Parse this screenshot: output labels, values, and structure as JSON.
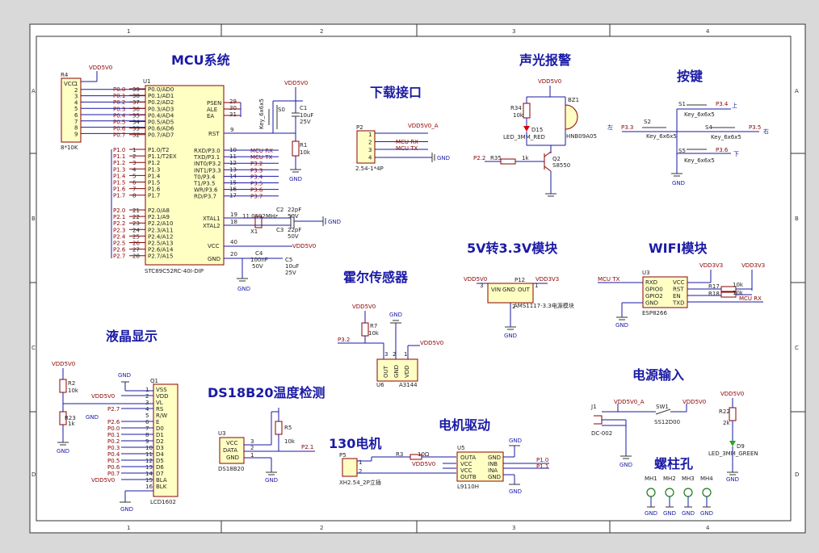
{
  "frame": {
    "cols": [
      "1",
      "2",
      "3",
      "4"
    ],
    "rows": [
      "A",
      "B",
      "C",
      "D"
    ]
  },
  "titles": {
    "mcu": "MCU系统",
    "download": "下载接口",
    "alarm": "声光报警",
    "keys": "按键",
    "reg": "5V转3.3V模块",
    "wifi": "WIFI模块",
    "hall": "霍尔传感器",
    "lcd": "液晶显示",
    "ds18b20": "DS18B20温度检测",
    "motor_drive": "电机驱动",
    "motor130": "130电机",
    "power": "电源输入",
    "screw": "螺柱孔"
  },
  "mcu": {
    "ref": "U1",
    "part": "STC89C52RC-40I-DIP",
    "rp_ref": "R4",
    "rp_val": "8*10K",
    "rp_vcc": "VCC",
    "rp_pins": [
      "1",
      "2",
      "3",
      "4",
      "5",
      "6",
      "7",
      "8",
      "9"
    ],
    "vdd": "VDD5V0",
    "port0_nets": [
      "P0.0",
      "P0.1",
      "P0.2",
      "P0.3",
      "P0.4",
      "P0.5",
      "P0.6",
      "P0.7"
    ],
    "port0_pinnums": [
      "39",
      "38",
      "37",
      "36",
      "35",
      "34",
      "33",
      "32"
    ],
    "port0_names": [
      "P0.0/AD0",
      "P0.1/AD1",
      "P0.2/AD2",
      "P0.3/AD3",
      "P0.4/AD4",
      "P0.5/AD5",
      "P0.6/AD6",
      "P0.7/AD7"
    ],
    "port1_nets": [
      "P1.0",
      "P1.1",
      "P1.2",
      "P1.3",
      "P1.4",
      "P1.5",
      "P1.6",
      "P1.7"
    ],
    "port1_pinnums": [
      "1",
      "2",
      "3",
      "4",
      "5",
      "6",
      "7",
      "8"
    ],
    "port1_names": [
      "P1.0/T2",
      "P1.1/T2EX",
      "P1.2",
      "P1.3",
      "P1.4",
      "P1.5",
      "P1.6",
      "P1.7"
    ],
    "port2_nets": [
      "P2.0",
      "P2.1",
      "P2.2",
      "P2.3",
      "P2.4",
      "P2.5",
      "P2.6",
      "P2.7"
    ],
    "port2_pinnums": [
      "21",
      "22",
      "23",
      "24",
      "25",
      "26",
      "27",
      "28"
    ],
    "port2_names": [
      "P2.0/A8",
      "P2.1/A9",
      "P2.2/A10",
      "P2.3/A11",
      "P2.4/A12",
      "P2.5/A13",
      "P2.6/A14",
      "P2.7/A15"
    ],
    "ctrl_names": [
      "PSEN",
      "ALE",
      "EA"
    ],
    "ctrl_nums": [
      "29",
      "30",
      "31"
    ],
    "rst_name": "RST",
    "rst_num": "9",
    "port3_names": [
      "RXD/P3.0",
      "TXD/P3.1",
      "INT0/P3.2",
      "INT1/P3.3",
      "T0/P3.4",
      "T1/P3.5",
      "WR/P3.6",
      "RD/P3.7"
    ],
    "port3_nums": [
      "10",
      "11",
      "12",
      "13",
      "14",
      "15",
      "16",
      "17"
    ],
    "port3_nets": [
      "MCU RX",
      "MCU TX",
      "P3.2",
      "P3.3",
      "P3.4",
      "P3.5",
      "P3.6",
      "P3.7"
    ],
    "xtal1": "XTAL1",
    "xtal2": "XTAL2",
    "xtal1_num": "19",
    "xtal2_num": "18",
    "vcc": "VCC",
    "vcc_num": "40",
    "gnd": "GND",
    "gnd_num": "20",
    "crystal_ref": "X1",
    "crystal_val": "11.0592MHz",
    "c2_ref": "C2",
    "c2_val": "22pF",
    "c2_v": "50V",
    "c3_ref": "C3",
    "c3_val": "22pF",
    "c3_v": "50V",
    "c4_ref": "C4",
    "c4_val": "100nF",
    "c4_v": "50V",
    "c5_ref": "C5",
    "c5_val": "10uF",
    "c5_v": "25V",
    "c1_ref": "C1",
    "c1_val": "10uF",
    "c1_v": "25V",
    "s0_ref": "S0",
    "s0_val": "Key_6x6x5",
    "r1_ref": "R1",
    "r1_val": "10k",
    "gnd_label": "GND",
    "vdd_net": "VDD5V0"
  },
  "download": {
    "ref": "P2",
    "part": "2.54-1*4P",
    "pins": [
      "1",
      "2",
      "3",
      "4"
    ],
    "nets": [
      "VDD5V0_A",
      "MCU RX",
      "MCU TX",
      "GND"
    ]
  },
  "alarm": {
    "vdd": "VDD5V0",
    "r34_ref": "R34",
    "r34_val": "10k",
    "led_ref": "D15",
    "led_val": "LED_3MM_RED",
    "bz_ref": "BZ1",
    "bz_val": "HNB09A05",
    "q_ref": "Q2",
    "q_val": "S8550",
    "r35_ref": "R35",
    "r35_val": "1k",
    "net_in": "P2.2"
  },
  "keys": {
    "s1": "S1",
    "s2": "S2",
    "s4": "S4",
    "s5": "S5",
    "val": "Key_6x6x5",
    "up": "上",
    "left": "左",
    "right": "右",
    "down": "下",
    "n_up": "P3.4",
    "n_left": "P3.3",
    "n_right": "P3.5",
    "n_down": "P3.6",
    "gnd": "GND"
  },
  "reg": {
    "ref": "P12",
    "part": "AMS1117-3.3电源模块",
    "vin": "VIN",
    "gnd": "GND",
    "out": "OUT",
    "in_net": "VDD5V0",
    "out_net": "VDD3V3",
    "pins": [
      "3",
      "2",
      "1"
    ],
    "gnd_label": "GND"
  },
  "wifi": {
    "ref": "U3",
    "part": "ESP8266",
    "left_pins": [
      "RXD",
      "GPIO0",
      "GPIO2",
      "GND"
    ],
    "right_pins": [
      "VCC",
      "RST",
      "EN",
      "TXD"
    ],
    "rx_net": "MCU TX",
    "tx_net": "MCU RX",
    "vdd1": "VDD3V3",
    "vdd2": "VDD3V3",
    "r17_ref": "R17",
    "r17_val": "10k",
    "r18_ref": "R18",
    "r18_val": "10k",
    "gnd_label": "GND"
  },
  "hall": {
    "ref": "U6",
    "part": "A3144",
    "pins": [
      "OUT",
      "GND",
      "VDD"
    ],
    "pinnums": [
      "3",
      "2",
      "1"
    ],
    "r7_ref": "R7",
    "r7_val": "10k",
    "vdd": "VDD5V0",
    "vdd2": "VDD5V0",
    "net": "P3.2",
    "gnd_label": "GND"
  },
  "lcd": {
    "ref": "Q1",
    "part": "LCD1602",
    "pins": [
      "VSS",
      "VDD",
      "VL",
      "RS",
      "R/W",
      "E",
      "D0",
      "D1",
      "D2",
      "D3",
      "D4",
      "D5",
      "D6",
      "D7",
      "BLA",
      "BLK"
    ],
    "pinnums": [
      "1",
      "2",
      "3",
      "4",
      "5",
      "6",
      "7",
      "8",
      "9",
      "10",
      "11",
      "12",
      "13",
      "14",
      "15",
      "16"
    ],
    "nets": [
      "GND",
      "VDD5V0",
      "",
      "P2.7",
      "GND",
      "P2.6",
      "P0.0",
      "P0.1",
      "P0.2",
      "P0.3",
      "P0.4",
      "P0.5",
      "P0.6",
      "P0.7",
      "VDD5V0",
      "GND"
    ],
    "r2_ref": "R2",
    "r2_val": "10k",
    "r23_ref": "R23",
    "r23_val": "1k",
    "vdd": "VDD5V0",
    "gnd_label": "GND"
  },
  "ds18b20": {
    "ref": "U3",
    "part": "DS18B20",
    "pins": [
      "VCC",
      "DATA",
      "GND"
    ],
    "pinnums": [
      "3",
      "2",
      "1"
    ],
    "r5_ref": "R5",
    "r5_val": "10k",
    "net": "P2.1",
    "gnd_label": "GND"
  },
  "motor": {
    "p5_ref": "P5",
    "p5_part": "XH2.54_2P立插",
    "p5_pins": [
      "1",
      "2"
    ],
    "r3_ref": "R3",
    "r3_val": "10Ω",
    "u5_ref": "U5",
    "u5_part": "L9110H",
    "left_pins": [
      "OUTA",
      "VCC",
      "VCC",
      "OUTB"
    ],
    "right_pins": [
      "GND",
      "INB",
      "INA",
      "GND"
    ],
    "vdd": "VDD5V0",
    "nets": [
      "P1.0",
      "P1.1"
    ],
    "gnd_label": "GND"
  },
  "power": {
    "j1_ref": "J1",
    "j1_part": "DC-002",
    "sw_ref": "SW1",
    "sw_part": "SS12D00",
    "net_a": "VDD5V0_A",
    "net_out": "VDD5V0",
    "r22_ref": "R22",
    "r22_val": "2k",
    "led_ref": "D9",
    "led_val": "LED_3MM_GREEN",
    "vdd": "VDD5V0",
    "gnd_label": "GND"
  },
  "screw": {
    "holes": [
      "MH1",
      "MH2",
      "MH3",
      "MH4"
    ]
  }
}
